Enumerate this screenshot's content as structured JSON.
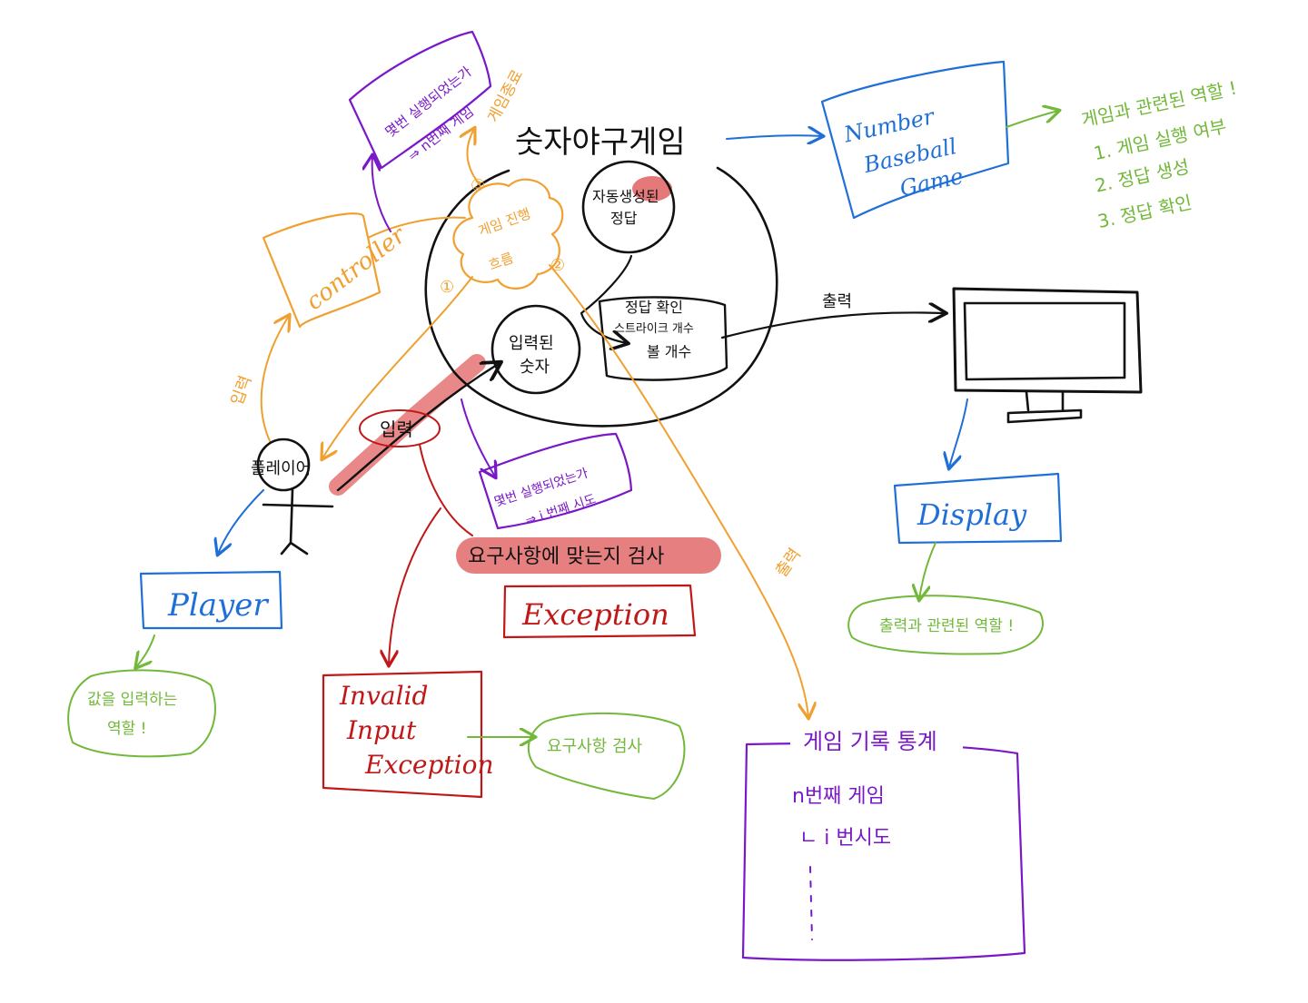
{
  "center": {
    "title": "숫자야구게임",
    "auto_answer": [
      "자동생성된",
      "정답"
    ],
    "input_number": [
      "입력된",
      "숫자"
    ],
    "check_answer": [
      "정답 확인",
      "스트라이크 개수",
      "볼 개수"
    ],
    "cloud": [
      "게임 진행",
      "흐름"
    ],
    "cloud_numbers": [
      "①",
      "②",
      "③"
    ]
  },
  "controller": {
    "label": "controller",
    "arrow_label_input": "입력",
    "arrow_label_game_end": "게임종료"
  },
  "purple_note_top": [
    "몇번 실행되었는가",
    "⇒ n번째 게임"
  ],
  "purple_note_mid": [
    "몇번 실행되었는가",
    "⇒ i 번째 시도"
  ],
  "player": {
    "name": "플레이어",
    "class_label": "Player",
    "role": [
      "값을 입력하는",
      "역할 !"
    ]
  },
  "input_label": "입력",
  "validation": {
    "banner": "요구사항에 맞는지 검사",
    "exception": "Exception"
  },
  "invalid_exception": {
    "lines": [
      "Invalid",
      "Input",
      "Exception"
    ],
    "role": "요구사항 검사"
  },
  "game_class": {
    "lines": [
      "Number",
      "Baseball",
      "Game"
    ],
    "role": [
      "게임과 관련된 역할 !",
      "1. 게임 실행 여부",
      "2. 정답 생성",
      "3. 정답 확인"
    ]
  },
  "output_label": "출력",
  "display": {
    "label": "Display",
    "role": "출력과 관련된 역할 !"
  },
  "output_label_2": "출력",
  "stats": {
    "title": "게임 기록 통계",
    "line1": "n번째 게임",
    "line2": "ㄴ i 번시도"
  },
  "colors": {
    "black": "#111111",
    "blue": "#1f6fd6",
    "orange": "#f0a030",
    "purple": "#7a18c8",
    "green": "#72b83a",
    "red": "#c01818",
    "highlight": "#e06060"
  }
}
